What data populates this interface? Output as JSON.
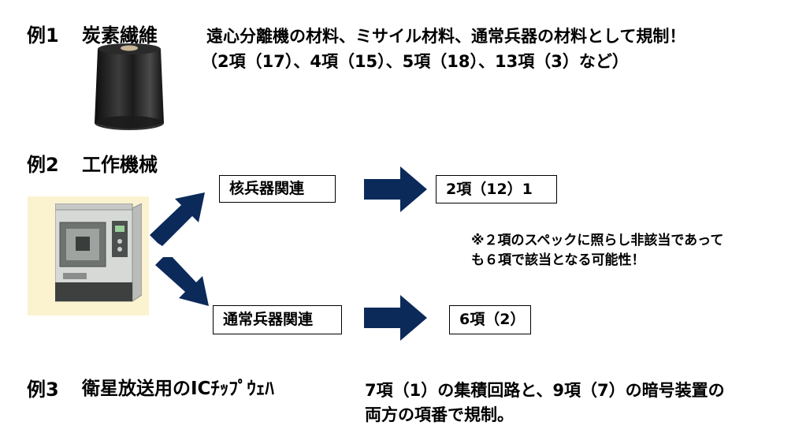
{
  "colors": {
    "arrow": "#0b2a5a",
    "machine_bg": "#fbf3cf"
  },
  "example1": {
    "label": "例1",
    "title": "炭素繊維",
    "line1": "遠心分離機の材料、ミサイル材料、通常兵器の材料として規制！",
    "line2": "（2項（17）、4項（15）、5項（18）、13項（3）など）"
  },
  "example2": {
    "label": "例2",
    "title": "工作機械",
    "box_nuclear": "核兵器関連",
    "box_conventional": "通常兵器関連",
    "result_nuclear": "2項（12）1",
    "result_conventional": "6項（2）",
    "note_line1": "※２項のスペックに照らし非該当であって",
    "note_line2": "も６項で該当となる可能性！"
  },
  "example3": {
    "label": "例3",
    "title": "衛星放送用のICﾁｯﾌﾟｳｪﾊ",
    "line1": "7項（1）の集積回路と、9項（7）の暗号装置の",
    "line2": "両方の項番で規制。"
  }
}
